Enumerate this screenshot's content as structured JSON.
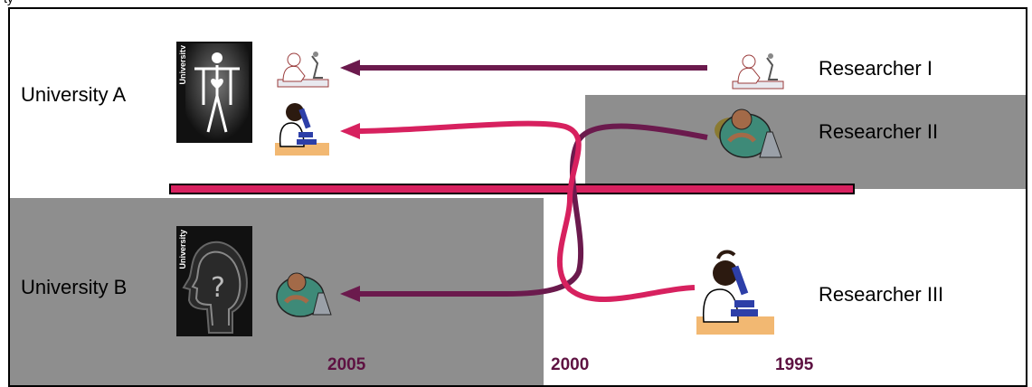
{
  "top_fragment": "ty",
  "universities": [
    {
      "label": "University A",
      "logo_text": "University"
    },
    {
      "label": "University B",
      "logo_text": "University"
    }
  ],
  "researchers": [
    {
      "label": "Researcher I"
    },
    {
      "label": "Researcher II"
    },
    {
      "label": "Researcher III"
    }
  ],
  "years": [
    "2005",
    "2000",
    "1995"
  ],
  "colors": {
    "timeline": "#d7215f",
    "arrow_dark": "#6b1a4d",
    "arrow_pink": "#d7215f",
    "year_text": "#5e1242",
    "shade": "#8e8e8e"
  },
  "icons": [
    "body-logo-icon",
    "head-question-logo-icon",
    "scientist-microscope-icon",
    "scientist-flask-icon"
  ]
}
